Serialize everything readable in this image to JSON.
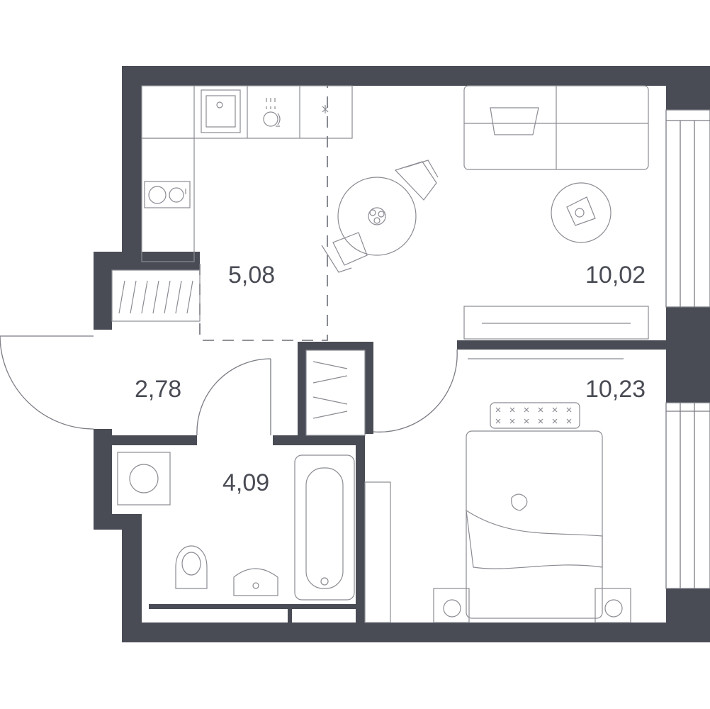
{
  "colors": {
    "wall": "#4a4c55",
    "line": "#8a8c93",
    "background": "#ffffff"
  },
  "rooms": {
    "kitchen": {
      "area": "5,08"
    },
    "living": {
      "area": "10,02"
    },
    "bedroom": {
      "area": "10,23"
    },
    "hall": {
      "area": "2,78"
    },
    "bathroom": {
      "area": "4,09"
    }
  }
}
